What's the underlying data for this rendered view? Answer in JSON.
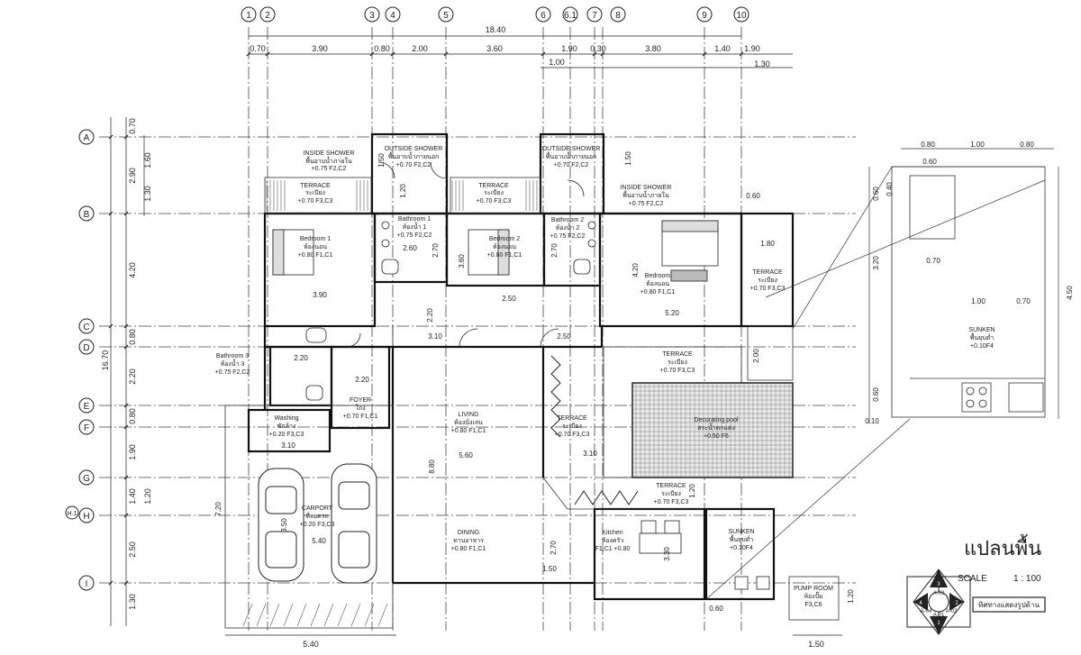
{
  "title": "แปลนพื้น",
  "scale_label": "SCALE",
  "scale_value": "1 : 100",
  "compass_label": "ทิศทางแสดงรูปด้าน",
  "compass_codes": [
    "A-01",
    "A-02",
    "A-03",
    "A-04"
  ],
  "compass_numbers": [
    "1",
    "2",
    "3",
    "4"
  ],
  "grid_columns": [
    "1",
    "2",
    "3",
    "4",
    "5",
    "6",
    "6.1",
    "7",
    "8",
    "9",
    "10"
  ],
  "grid_rows": [
    "A",
    "B",
    "C",
    "D",
    "E",
    "F",
    "G",
    "H",
    "I"
  ],
  "grid_row_extra": "H.1",
  "top_total": "18.40",
  "top_dims": [
    "0.70",
    "3.90",
    "0.80",
    "2.00",
    "3.60",
    "1.90",
    "0.30",
    "3.80",
    "1.40",
    "1.90"
  ],
  "top_sub_dims": [
    "1.00",
    "1.30"
  ],
  "left_total": "16.70",
  "left_dims": [
    "0.70",
    "2.90",
    "4.20",
    "0.80",
    "2.20",
    "0.80",
    "1.90",
    "1.40",
    "2.50",
    "1.30"
  ],
  "left_sub_dims": [
    "1.60",
    "1.30",
    "1.20"
  ],
  "bottom_dims": [
    "5.40",
    "1.50"
  ],
  "inner_dims": [
    "1.50",
    "1.20",
    "1.50",
    "3.90",
    "2.60",
    "2.70",
    "3.60",
    "2.50",
    "2.70",
    "4.20",
    "5.20",
    "2.20",
    "3.10",
    "2.50",
    "2.20",
    "2.20",
    "3.10",
    "8.80",
    "5.60",
    "3.10",
    "7.20",
    "5.40",
    "3.50",
    "2.70",
    "3.30",
    "1.50",
    "1.20",
    "1.80",
    "0.60",
    "2.00",
    "1.20",
    "0.60"
  ],
  "rooms": [
    {
      "name": "INSIDE SHOWER",
      "sub": "พื้นอาบน้ำภายใน",
      "level": "+0.75 F2,C2"
    },
    {
      "name": "OUTSIDE SHOWER",
      "sub": "พื้นอาบน้ำภายนอก",
      "level": "+0.70 F2,C2"
    },
    {
      "name": "OUTSIDE SHOWER",
      "sub": "พื้นอาบน้ำภายนอก",
      "level": "+0.70 F2,C2"
    },
    {
      "name": "INSIDE SHOWER",
      "sub": "พื้นอาบน้ำภายใน",
      "level": "+0.75 F2,C2"
    },
    {
      "name": "TERRACE",
      "sub": "ระเบียง",
      "level": "+0.70 F3,C3"
    },
    {
      "name": "TERRACE",
      "sub": "ระเบียง",
      "level": "+0.70 F3,C3"
    },
    {
      "name": "Bedroom 1",
      "sub": "ห้องนอน",
      "level": "+0.80 F1,C1"
    },
    {
      "name": "Bathroom 1",
      "sub": "ห้องน้ำ 1",
      "level": "+0.75 F2,C2"
    },
    {
      "name": "Bedroom 2",
      "sub": "ห้องนอน",
      "level": "+0.80 F1,C1"
    },
    {
      "name": "Bathroom 2",
      "sub": "ห้องน้ำ 2",
      "level": "+0.75 F2,C2"
    },
    {
      "name": "Bedroom",
      "sub": "ห้องนอน",
      "level": "+0.80 F1,C1"
    },
    {
      "name": "TERRACE",
      "sub": "ระเบียง",
      "level": "+0.70 F3,C3"
    },
    {
      "name": "Bathroom 3",
      "sub": "ห้องน้ำ 3",
      "level": "+0.75 F2,C2"
    },
    {
      "name": "FOYER",
      "sub": "โถง",
      "level": "+0.70 F1,C1"
    },
    {
      "name": "Washing",
      "sub": "ซักล้าง",
      "level": "+0.20 F3,C3"
    },
    {
      "name": "LIVING",
      "sub": "ห้องนั่งเล่น",
      "level": "+0.80 F1,C1"
    },
    {
      "name": "TERRACE",
      "sub": "ระเบียง",
      "level": "+0.70 F3,C3"
    },
    {
      "name": "TERRACE",
      "sub": "ระเบียง",
      "level": "+0.70 F3,C3"
    },
    {
      "name": "Decorating pool",
      "sub": "สระน้ำตกแต่ง",
      "level": "+0.50 F6"
    },
    {
      "name": "TERRACE",
      "sub": "ระเบียง",
      "level": "+0.70 F3,C3"
    },
    {
      "name": "CARPORT",
      "sub": "ที่จอดรถ",
      "level": "+0.20 F3,C3"
    },
    {
      "name": "DINING",
      "sub": "ทานอาหาร",
      "level": "+0.80 F1,C1"
    },
    {
      "name": "Kitchen",
      "sub": "ห้องครัว",
      "level": "F1,C1 +0.80"
    },
    {
      "name": "SUNKEN",
      "sub": "พื้นยุบต่ำ",
      "level": "+0.10F4"
    },
    {
      "name": "PUMP ROOM",
      "sub": "ห้องปั๊ม",
      "level": "F3,C6"
    }
  ],
  "detail": {
    "top_dims": [
      "0.80",
      "1.00",
      "0.80"
    ],
    "top_sub": "0.60",
    "left_dims": [
      "0.40",
      "0.60",
      "3.20",
      "0.60",
      "0.10"
    ],
    "right_dim": "4.50",
    "inner_dims": [
      "0.70",
      "1.00",
      "0.70"
    ],
    "room": {
      "name": "SUNKEN",
      "sub": "พื้นยุบต่ำ",
      "level": "+0.10F4"
    }
  }
}
